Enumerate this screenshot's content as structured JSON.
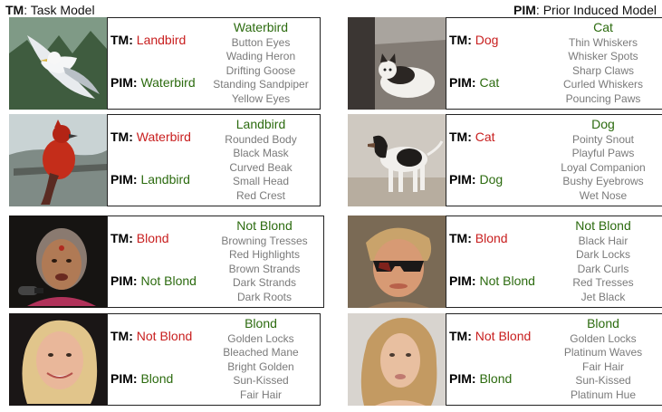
{
  "header": {
    "left": {
      "abbr": "TM",
      "text": ": Task Model"
    },
    "right": {
      "abbr": "PIM",
      "text": ": Prior Induced Model"
    }
  },
  "cards": [
    {
      "tm_label": "TM",
      "pim_label": "PIM",
      "tm_pred": "Landbird",
      "pim_pred": "Waterbird",
      "title": "Waterbird",
      "words": [
        "Button Eyes",
        "Wading Heron",
        "Drifting Goose",
        "Standing Sandpiper",
        "Yellow Eyes"
      ]
    },
    {
      "tm_label": "TM",
      "pim_label": "PIM",
      "tm_pred": "Dog",
      "pim_pred": "Cat",
      "title": "Cat",
      "words": [
        "Thin Whiskers",
        "Whisker Spots",
        "Sharp Claws",
        "Curled Whiskers",
        "Pouncing Paws"
      ]
    },
    {
      "tm_label": "TM",
      "pim_label": "PIM",
      "tm_pred": "Waterbird",
      "pim_pred": "Landbird",
      "title": "Landbird",
      "words": [
        "Rounded Body",
        "Black Mask",
        "Curved Beak",
        "Small Head",
        "Red Crest"
      ]
    },
    {
      "tm_label": "TM",
      "pim_label": "PIM",
      "tm_pred": "Cat",
      "pim_pred": "Dog",
      "title": "Dog",
      "words": [
        "Pointy Snout",
        "Playful Paws",
        "Loyal Companion",
        "Bushy Eyebrows",
        "Wet Nose"
      ]
    },
    {
      "tm_label": "TM",
      "pim_label": "PIM",
      "tm_pred": "Blond",
      "pim_pred": "Not Blond",
      "title": "Not Blond",
      "words": [
        "Browning Tresses",
        "Red Highlights",
        "Brown Strands",
        "Dark Strands",
        "Dark Roots"
      ]
    },
    {
      "tm_label": "TM",
      "pim_label": "PIM",
      "tm_pred": "Blond",
      "pim_pred": "Not Blond",
      "title": "Not Blond",
      "words": [
        "Black Hair",
        "Dark Locks",
        "Dark Curls",
        "Red Tresses",
        "Jet Black"
      ]
    },
    {
      "tm_label": "TM",
      "pim_label": "PIM",
      "tm_pred": "Not Blond",
      "pim_pred": "Blond",
      "title": "Blond",
      "words": [
        "Golden Locks",
        "Bleached Mane",
        "Bright Golden",
        "Sun-Kissed",
        "Fair Hair"
      ]
    },
    {
      "tm_label": "TM",
      "pim_label": "PIM",
      "tm_pred": "Not Blond",
      "pim_pred": "Blond",
      "title": "Blond",
      "words": [
        "Golden Locks",
        "Platinum Waves",
        "Fair Hair",
        "Sun-Kissed",
        "Platinum Hue"
      ]
    }
  ]
}
